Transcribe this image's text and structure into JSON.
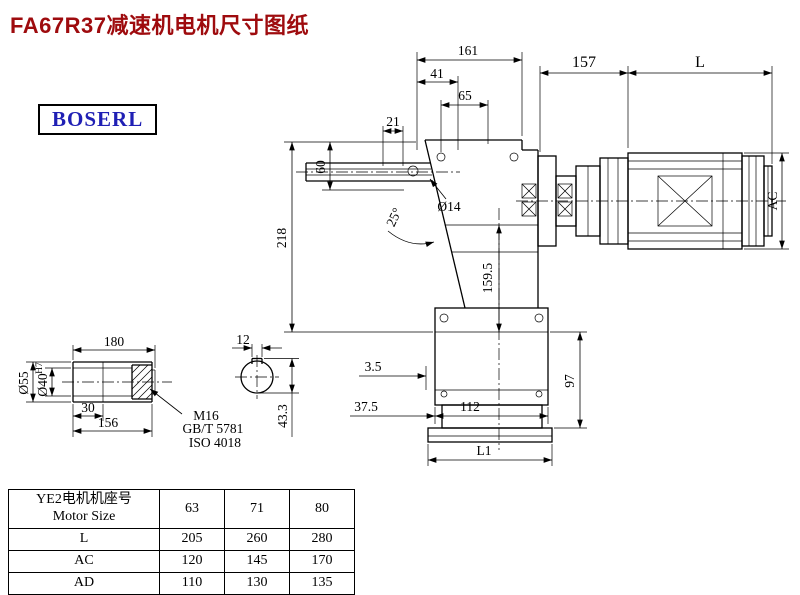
{
  "page": {
    "title": "FA67R37减速机电机尺寸图纸",
    "brand": "BOSERL"
  },
  "colors": {
    "title": "#9e0b0e",
    "brand": "#1f1fb4",
    "line": "#000000"
  },
  "drawing": {
    "dims": {
      "w161": "161",
      "w41": "41",
      "w65": "65",
      "w21": "21",
      "h60": "60",
      "h218": "218",
      "dia14": "Ø14",
      "angle25": "25°",
      "w157": "157",
      "len_l": "L",
      "dia_ac": "AC",
      "h159_5": "159.5",
      "h97": "97",
      "off3_5": "3.5",
      "off37_5": "37.5",
      "w112": "112",
      "len_l1": "L1"
    },
    "shaft": {
      "len180": "180",
      "key12": "12",
      "dia55": "Ø55",
      "dia40": "Ø40",
      "fit": "H7",
      "len30": "30",
      "len156": "156",
      "thread": "M16",
      "std_gb": "GB/T 5781",
      "std_iso": "ISO 4018",
      "key43_3": "43.3"
    }
  },
  "table": {
    "header": {
      "cn": "YE2电机机座号",
      "en": "Motor Size"
    },
    "columns": [
      "63",
      "71",
      "80"
    ],
    "rows": [
      {
        "label": "L",
        "values": [
          "205",
          "260",
          "280"
        ]
      },
      {
        "label": "AC",
        "values": [
          "120",
          "145",
          "170"
        ]
      },
      {
        "label": "AD",
        "values": [
          "110",
          "130",
          "135"
        ]
      }
    ]
  }
}
